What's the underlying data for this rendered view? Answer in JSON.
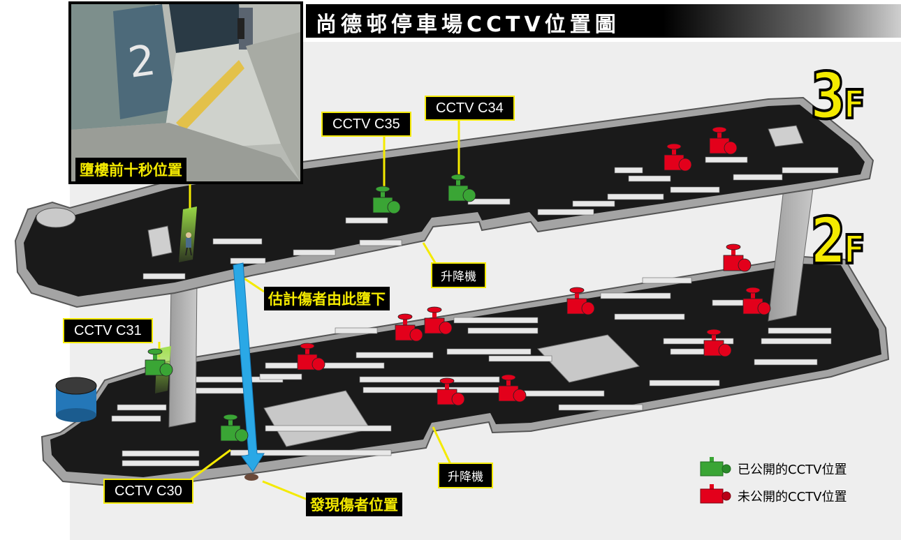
{
  "title": "尚德邨停車場CCTV位置圖",
  "floors": {
    "upper": "3",
    "upper_suffix": "F",
    "lower": "2",
    "lower_suffix": "F"
  },
  "cctv_labels": {
    "c35": "CCTV C35",
    "c34": "CCTV C34",
    "c31": "CCTV C31",
    "c30": "CCTV C30"
  },
  "lift_labels": {
    "upper": "升降機",
    "lower": "升降機"
  },
  "annotations": {
    "ten_seconds_before": "墮樓前十秒位置",
    "fall_point": "估計傷者由此墮下",
    "found_point": "發現傷者位置"
  },
  "legend": {
    "public": "已公開的CCTV位置",
    "not_public": "未公開的CCTV位置"
  },
  "colors": {
    "public_camera": "#3aa535",
    "not_public_camera": "#e3001b",
    "label_border": "#f4ea00",
    "fall_arrow": "#2aa8e6",
    "floor_deck": "#1a1a1a",
    "deck_rim": "#a8a8a8"
  }
}
